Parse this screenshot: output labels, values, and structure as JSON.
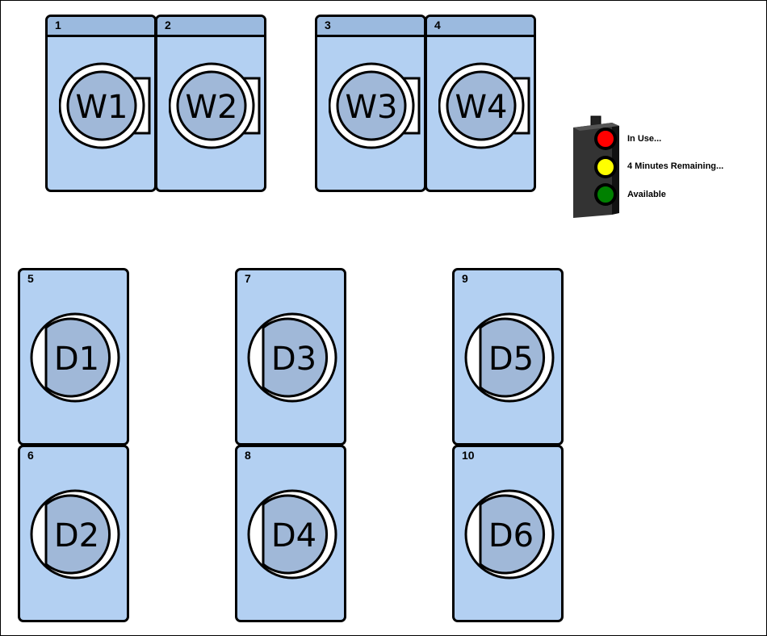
{
  "washers": [
    {
      "number": "1",
      "label": "W1"
    },
    {
      "number": "2",
      "label": "W2"
    },
    {
      "number": "3",
      "label": "W3"
    },
    {
      "number": "4",
      "label": "W4"
    }
  ],
  "dryers": [
    {
      "number": "5",
      "label": "D1"
    },
    {
      "number": "6",
      "label": "D2"
    },
    {
      "number": "7",
      "label": "D3"
    },
    {
      "number": "8",
      "label": "D4"
    },
    {
      "number": "9",
      "label": "D5"
    },
    {
      "number": "10",
      "label": "D6"
    }
  ],
  "legend": {
    "in_use": "In Use...",
    "remaining": "4 Minutes Remaining...",
    "available": "Available"
  },
  "colors": {
    "machine_body": "#b3d0f2",
    "machine_header": "#9bbadf",
    "drum": "#a0b8d8",
    "red_light": "#ff0000",
    "yellow_light": "#ffff00",
    "green_light": "#008000"
  }
}
